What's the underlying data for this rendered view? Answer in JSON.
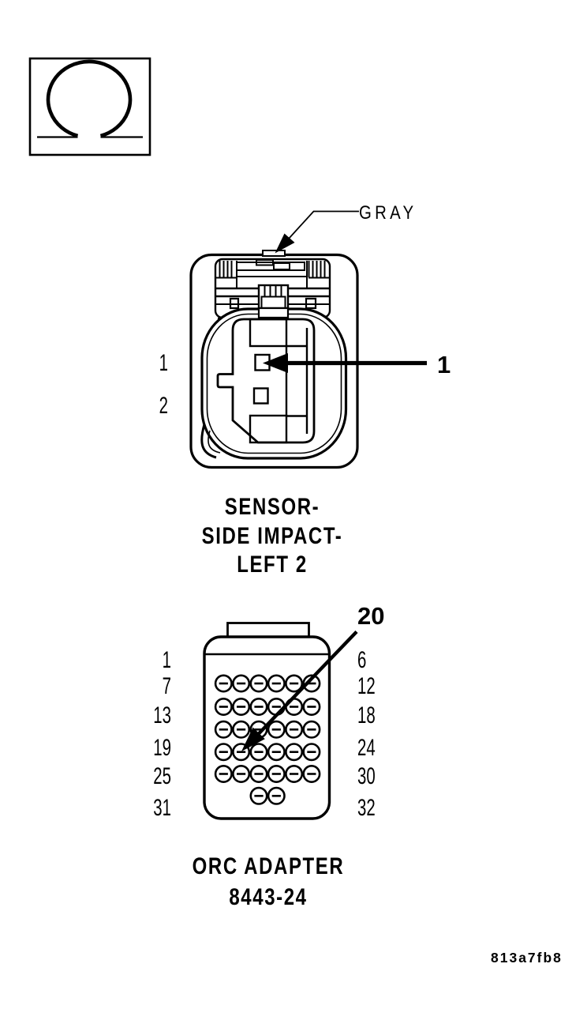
{
  "figure": {
    "code": "813a7fb8",
    "icons": {
      "resistance_symbol": "ohm-omega"
    }
  },
  "top_connector": {
    "color_callout": "GRAY",
    "pin_labels": [
      "1",
      "2"
    ],
    "arrow_callout": "1",
    "caption": [
      "SENSOR-",
      "SIDE IMPACT-",
      "LEFT 2"
    ]
  },
  "bottom_connector": {
    "left_labels": [
      "1",
      "7",
      "13",
      "19",
      "25",
      "31"
    ],
    "right_labels": [
      "6",
      "12",
      "18",
      "24",
      "30",
      "32"
    ],
    "arrow_callout": "20",
    "caption": [
      "ORC ADAPTER",
      "8443-24"
    ],
    "pin_rows_of_six": 5,
    "last_row_pins": 2,
    "total_pins": 32
  }
}
